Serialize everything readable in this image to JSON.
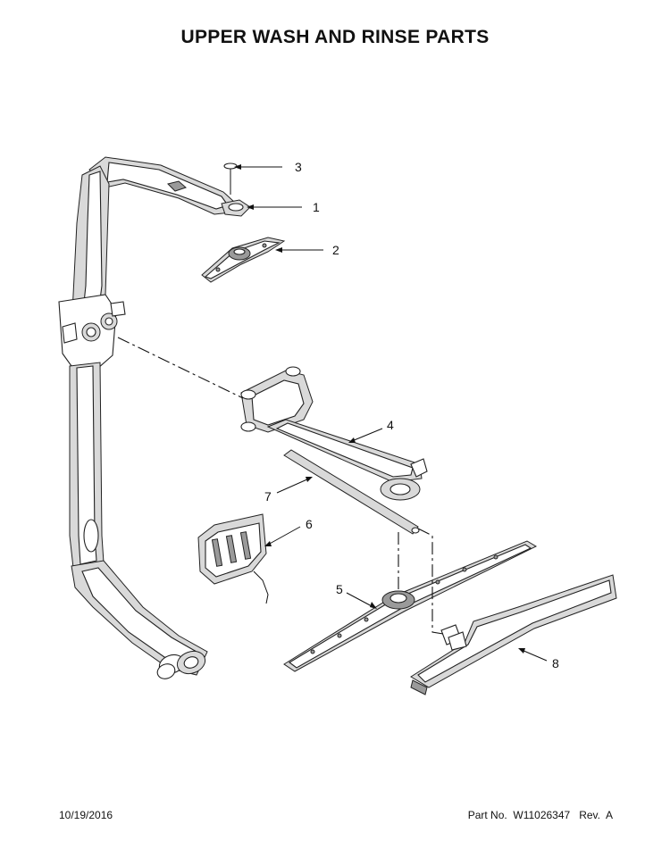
{
  "title": "UPPER WASH AND RINSE PARTS",
  "callouts": [
    {
      "id": "3",
      "label": "3"
    },
    {
      "id": "1",
      "label": "1"
    },
    {
      "id": "2",
      "label": "2"
    },
    {
      "id": "4",
      "label": "4"
    },
    {
      "id": "7",
      "label": "7"
    },
    {
      "id": "6",
      "label": "6"
    },
    {
      "id": "5",
      "label": "5"
    },
    {
      "id": "8",
      "label": "8"
    }
  ],
  "footer": {
    "date": "10/19/2016",
    "part_number": "Part No.  W11026347   Rev.  A"
  }
}
